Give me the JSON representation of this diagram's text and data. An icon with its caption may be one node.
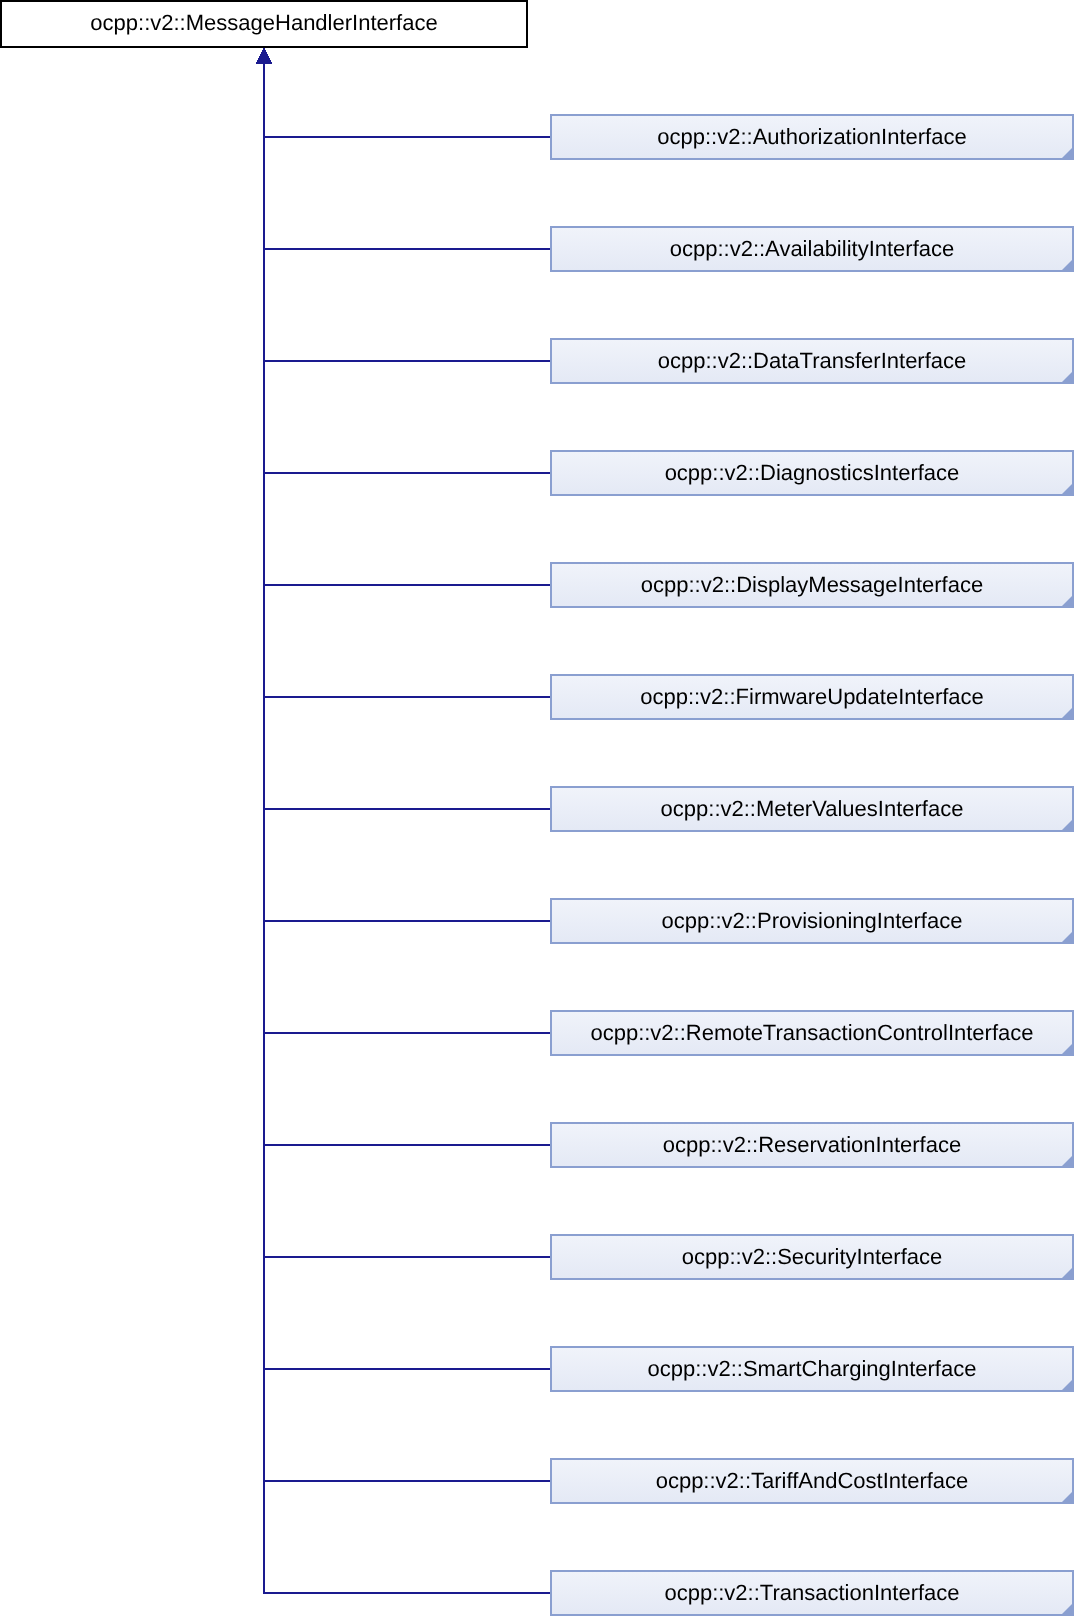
{
  "diagram": {
    "nodes": [
      {
        "text": [
          "ocpp::v2::MessageHandlerInterface"
        ]
      },
      {
        "text": [
          "ocpp::v2::AuthorizationInterface"
        ]
      },
      {
        "text": [
          "ocpp::v2::AvailabilityInterface"
        ]
      },
      {
        "text": [
          "ocpp::v2::DataTransferInterface"
        ]
      },
      {
        "text": [
          "ocpp::v2::DiagnosticsInterface"
        ]
      },
      {
        "text": [
          "ocpp::v2::DisplayMessageInterface"
        ]
      },
      {
        "text": [
          "ocpp::v2::FirmwareUpdateInterface"
        ]
      },
      {
        "text": [
          "ocpp::v2::MeterValuesInterface"
        ]
      },
      {
        "text": [
          "ocpp::v2::ProvisioningInterface"
        ]
      },
      {
        "text": [
          "ocpp::v2::RemoteTransactionControlInterface"
        ]
      },
      {
        "text": [
          "ocpp::v2::ReservationInterface"
        ]
      },
      {
        "text": [
          "ocpp::v2::SecurityInterface"
        ]
      },
      {
        "text": [
          "ocpp::v2::SmartChargingInterface"
        ]
      },
      {
        "text": [
          "ocpp::v2::TariffAndCostInterface"
        ]
      },
      {
        "text": [
          "ocpp::v2::TransactionInterface"
        ]
      }
    ],
    "edges": [
      {
        "from": 1,
        "to": 0,
        "arrow": "to"
      },
      {
        "from": 2,
        "to": 0,
        "arrow": "to"
      },
      {
        "from": 3,
        "to": 0,
        "arrow": "to"
      },
      {
        "from": 4,
        "to": 0,
        "arrow": "to"
      },
      {
        "from": 5,
        "to": 0,
        "arrow": "to"
      },
      {
        "from": 6,
        "to": 0,
        "arrow": "to"
      },
      {
        "from": 7,
        "to": 0,
        "arrow": "to"
      },
      {
        "from": 8,
        "to": 0,
        "arrow": "to"
      },
      {
        "from": 9,
        "to": 0,
        "arrow": "to"
      },
      {
        "from": 10,
        "to": 0,
        "arrow": "to"
      },
      {
        "from": 11,
        "to": 0,
        "arrow": "to"
      },
      {
        "from": 12,
        "to": 0,
        "arrow": "to"
      },
      {
        "from": 13,
        "to": 0,
        "arrow": "to"
      },
      {
        "from": 14,
        "to": 0,
        "arrow": "to"
      }
    ]
  }
}
